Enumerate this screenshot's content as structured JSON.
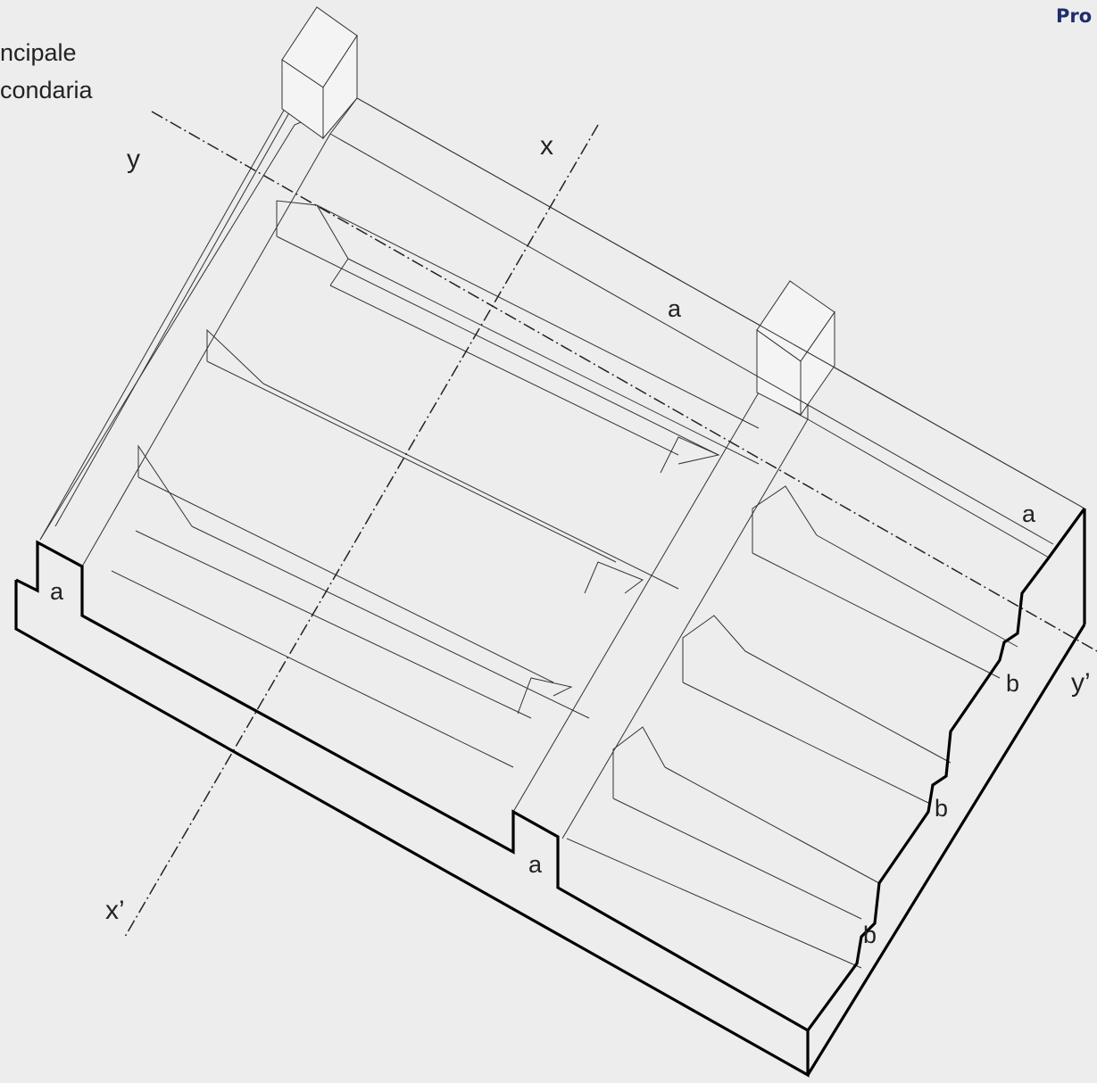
{
  "legend": {
    "line1": "ncipale",
    "line2": "condaria"
  },
  "corner_title": "Pro",
  "axes": {
    "x_top": "x",
    "x_bottom": "x’",
    "y_top": "y",
    "y_bottom": "y’"
  },
  "labels": {
    "a_left": "a",
    "a_mid": "a",
    "a_top": "a",
    "a_right": "a",
    "b_1": "b",
    "b_2": "b",
    "b_3": "b"
  },
  "colors": {
    "background": "#ededed",
    "line": "#333333",
    "outline": "#000000",
    "title": "#1e2d6e"
  }
}
